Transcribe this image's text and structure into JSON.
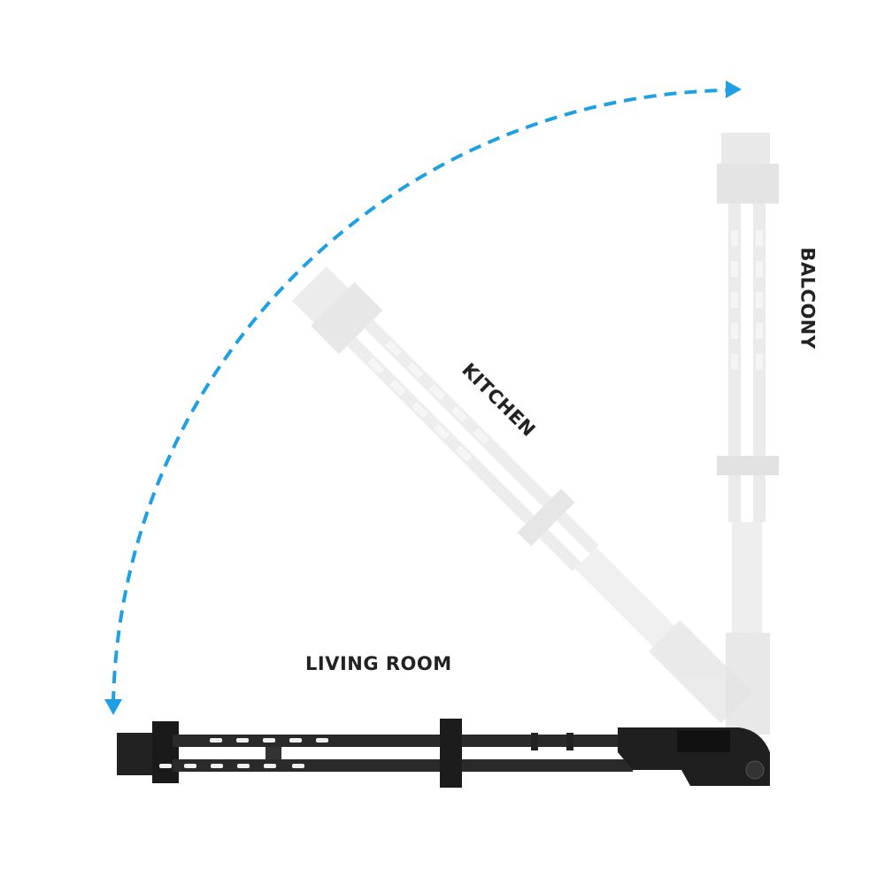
{
  "labels": {
    "living_room": "LIVING ROOM",
    "kitchen": "KITCHEN",
    "balcony": "BALCONY"
  },
  "colors": {
    "arrow": "#1ea0e3",
    "mount": "#1e1e1e",
    "ghost": "#e2e2e2"
  }
}
